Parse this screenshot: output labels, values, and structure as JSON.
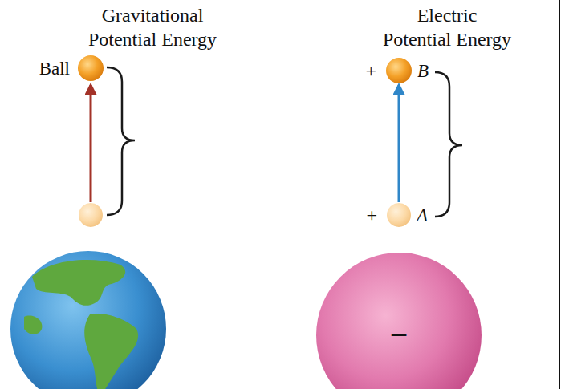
{
  "diagram": {
    "nodes": [
      {
        "text": [
          "Ball"
        ]
      },
      {
        "text": [
          "+",
          "B"
        ]
      },
      {
        "text": [
          "+",
          "A"
        ]
      },
      {
        "text": [
          "−"
        ]
      }
    ],
    "edges": [
      {
        "from": 2,
        "to": 1,
        "arrow": "to"
      }
    ],
    "labels": [
      "Gravitational Potential Energy",
      "Electric Potential Energy"
    ]
  }
}
